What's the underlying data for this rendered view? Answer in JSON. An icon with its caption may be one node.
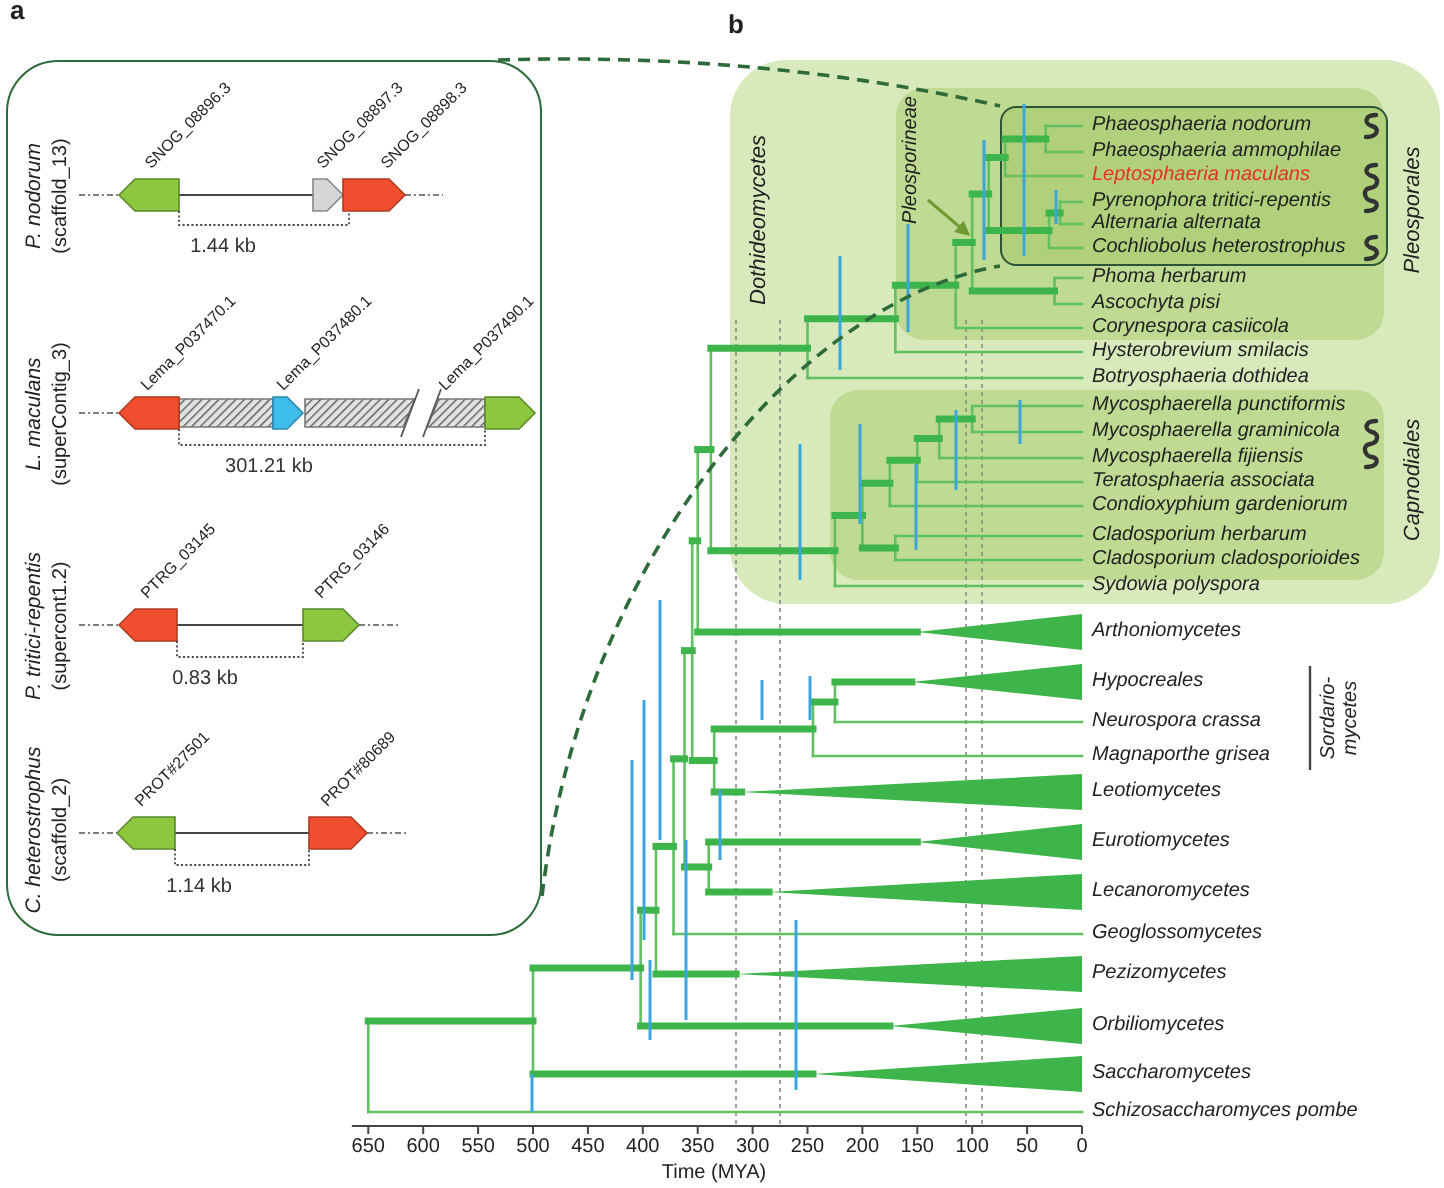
{
  "diagram": {
    "nodes": [
      {
        "text": [
          "P. nodorum",
          "(scaffold_13)",
          "SNOG_08896.3",
          "SNOG_08897.3",
          "SNOG_08898.3",
          "1.44 kb",
          "L. maculans",
          "(superContig_3)",
          "Lema_P037470.1",
          "Lema_P037480.1",
          "Lema_P037490.1",
          "301.21 kb",
          "P. tritici-repentis",
          "(supercont1.2)",
          "PTRG_03145",
          "PTRG_03146",
          "0.83 kb",
          "C. heterostrophus",
          "(scaffold_2)",
          "PROT#27501",
          "PROT#80689",
          "1.14 kb"
        ]
      },
      {
        "text": [
          "Dothideomycetes"
        ]
      },
      {
        "text": [
          "Pleosporales"
        ],
        "in": 1
      },
      {
        "text": [
          "Pleosporineae"
        ],
        "in": 2
      },
      {
        "text": [],
        "shape": "box",
        "in": 2
      },
      {
        "text": [
          "Capnodiales"
        ],
        "in": 1
      }
    ],
    "edges": [
      {
        "from": 0,
        "to": 4,
        "arrow": "none",
        "style": "dashed"
      },
      {
        "from": 0,
        "to": 4,
        "arrow": "none",
        "style": "dashed"
      },
      {
        "from": 3,
        "to": null,
        "arrow": "to",
        "color": "#6f9a32"
      }
    ],
    "labels": [
      "a",
      "b",
      "Phaeosphaeria nodorum",
      "Phaeosphaeria ammophilae",
      "Leptosphaeria maculans",
      "Pyrenophora tritici-repentis",
      "Alternaria alternata",
      "Cochliobolus heterostrophus",
      "Phoma herbarum",
      "Ascochyta pisi",
      "Corynespora casiicola",
      "Hysterobrevium smilacis",
      "Botryosphaeria dothidea",
      "Mycosphaerella punctiformis",
      "Mycosphaerella graminicola",
      "Mycosphaerella fijiensis",
      "Teratosphaeria associata",
      "Condioxyphium gardeniorum",
      "Cladosporium herbarum",
      "Cladosporium cladosporioides",
      "Sydowia polyspora",
      "Arthoniomycetes",
      "Hypocreales",
      "Neurospora crassa",
      "Magnaporthe grisea",
      "Sordario- mycetes",
      "Leotiomycetes",
      "Eurotiomycetes",
      "Lecanoromycetes",
      "Geoglossomycetes",
      "Pezizomycetes",
      "Orbiliomycetes",
      "Saccharomycetes",
      "Schizosaccharomyces pombe",
      "650",
      "600",
      "550",
      "500",
      "450",
      "400",
      "350",
      "300",
      "250",
      "200",
      "150",
      "100",
      "50",
      "0",
      "Time (MYA)"
    ]
  }
}
